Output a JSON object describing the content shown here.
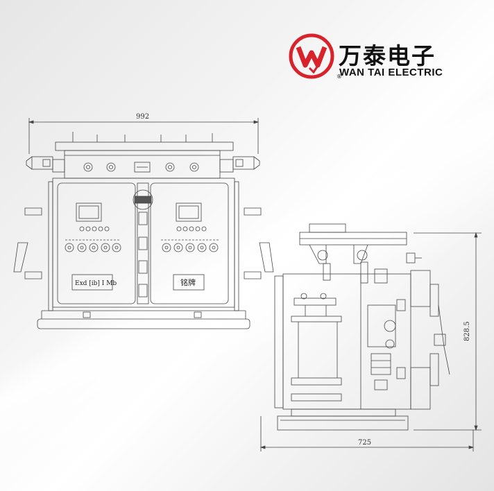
{
  "brand": {
    "name_cn": "万泰电子",
    "name_en": "WAN TAI ELECTRIC",
    "registered": "®",
    "colors": {
      "red": "#d8232a",
      "black": "#111111"
    }
  },
  "front_view": {
    "width_label": "992",
    "left_door_plate": "Exd [ib] I Mb",
    "right_door_plate": "铭牌"
  },
  "side_view": {
    "height_label": "828.5",
    "width_label": "725"
  }
}
